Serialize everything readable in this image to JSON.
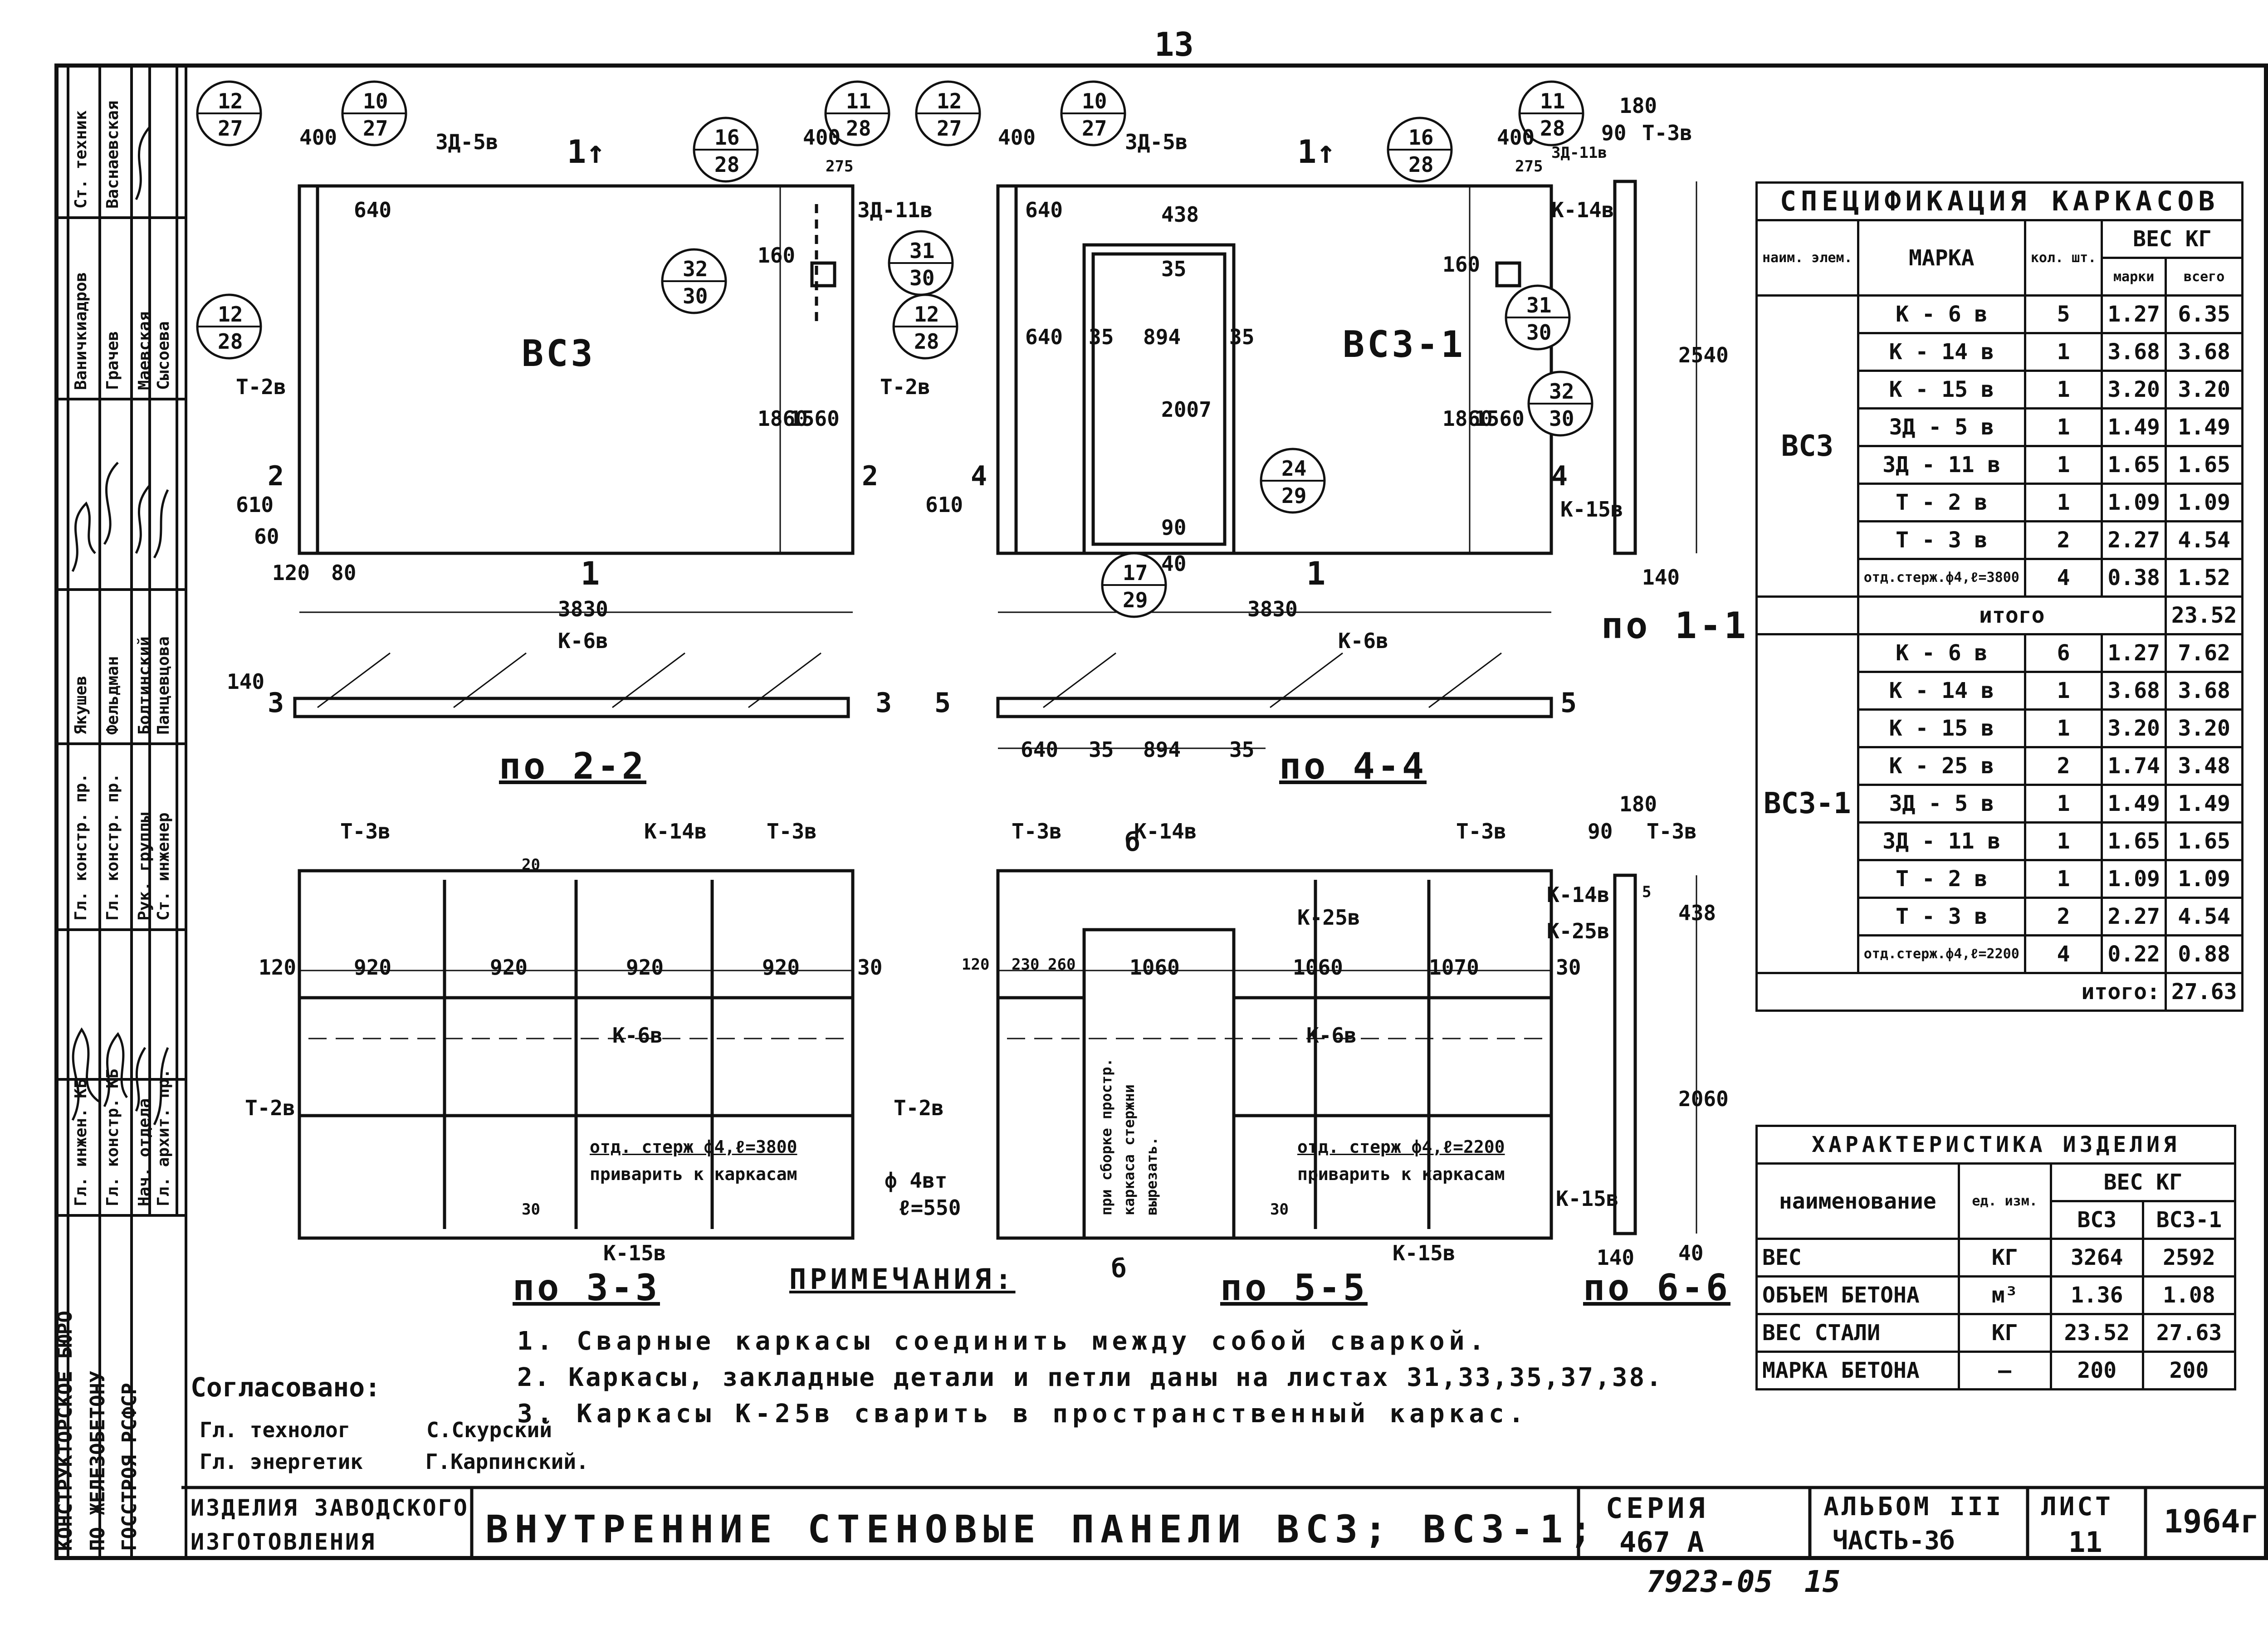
{
  "sheet_number": "13",
  "stamp_code": "7923-05",
  "stamp_suffix": "15",
  "drawing": {
    "panel1_name": "ВС3",
    "panel2_name": "ВС3-1",
    "section_mark": "1↑",
    "section_1": "1",
    "section_2": "2",
    "section_3": "3",
    "section_4": "4",
    "section_5": "5",
    "section_6": "б",
    "view_1_1": "по 1-1",
    "view_2_2": "по 2-2",
    "view_3_3": "по 3-3",
    "view_4_4": "по 4-4",
    "view_5_5": "по 5-5",
    "view_6_6": "по 6-6",
    "dims": {
      "d400": "400",
      "d640": "640",
      "d80": "80",
      "d275": "275",
      "d160": "160",
      "d1860": "1860",
      "d1560": "1560",
      "d610": "610",
      "d60": "60",
      "d180": "180",
      "d120": "120",
      "d3830": "3830",
      "d35": "35",
      "d894": "894",
      "d438": "438",
      "d2007": "2007",
      "d40": "40",
      "d90": "90",
      "d2540": "2540",
      "d140": "140",
      "d920": "920",
      "d30": "30",
      "d20": "20",
      "d230": "230",
      "d260": "260",
      "d1060": "1060",
      "d1070": "1070",
      "d2060": "2060",
      "d5": "5"
    },
    "parts": {
      "k6": "К-6в",
      "k14": "К-14в",
      "k15": "К-15в",
      "k25": "К-25в",
      "zd5": "ЗД-5в",
      "zd11": "ЗД-11в",
      "t2": "Т-2в",
      "t3": "Т-3в",
      "rod4": "ф 4вт",
      "rod_len": "ℓ=550"
    },
    "callouts": [
      {
        "top": "12",
        "bottom": "27"
      },
      {
        "top": "10",
        "bottom": "27"
      },
      {
        "top": "16",
        "bottom": "28"
      },
      {
        "top": "11",
        "bottom": "28"
      },
      {
        "top": "31",
        "bottom": "30"
      },
      {
        "top": "32",
        "bottom": "30"
      },
      {
        "top": "12",
        "bottom": "28"
      },
      {
        "top": "24",
        "bottom": "29"
      },
      {
        "top": "17",
        "bottom": "29"
      }
    ],
    "note_rods_1": "отд. стерж ф4,ℓ=3800",
    "note_weld_1": "приварить к каркасам",
    "note_rods_2": "отд. стерж ф4,ℓ=2200",
    "note_weld_2": "приварить к каркасам",
    "note_vertical_1": "при сборке простр.",
    "note_vertical_2": "каркаса стержни",
    "note_vertical_3": "вырезать."
  },
  "notes": {
    "title": "ПРИМЕЧАНИЯ:",
    "items": [
      "1. Сварные каркасы соединить между собой сваркой.",
      "2. Каркасы, закладные детали и петли даны на листах 31,33,35,37,38.",
      "3. Каркасы К-25в сварить в пространственный каркас."
    ],
    "agreed": "Согласовано:",
    "tech": "Гл. технолог",
    "tech_name": "С.Скурский",
    "energy": "Гл. энергетик",
    "energy_name": "Г.Карпинский."
  },
  "spec_table": {
    "title": "СПЕЦИФИКАЦИЯ КАРКАСОВ",
    "h_element": "наим. элем.",
    "h_mark": "МАРКА",
    "h_qty": "кол. шт.",
    "h_weight": "ВЕС КГ",
    "h_weight_mark": "марки",
    "h_weight_total": "всего",
    "group1": "ВС3",
    "rows1": [
      [
        "К - 6 в",
        "5",
        "1.27",
        "6.35"
      ],
      [
        "К - 14 в",
        "1",
        "3.68",
        "3.68"
      ],
      [
        "К - 15 в",
        "1",
        "3.20",
        "3.20"
      ],
      [
        "ЗД - 5 в",
        "1",
        "1.49",
        "1.49"
      ],
      [
        "ЗД - 11 в",
        "1",
        "1.65",
        "1.65"
      ],
      [
        "Т - 2 в",
        "1",
        "1.09",
        "1.09"
      ],
      [
        "Т - 3 в",
        "2",
        "2.27",
        "4.54"
      ],
      [
        "отд.стерж.ф4,ℓ=3800",
        "4",
        "0.38",
        "1.52"
      ]
    ],
    "total1_label": "итого",
    "total1": "23.52",
    "group2": "ВС3-1",
    "rows2": [
      [
        "К - 6 в",
        "6",
        "1.27",
        "7.62"
      ],
      [
        "К - 14 в",
        "1",
        "3.68",
        "3.68"
      ],
      [
        "К - 15 в",
        "1",
        "3.20",
        "3.20"
      ],
      [
        "К - 25 в",
        "2",
        "1.74",
        "3.48"
      ],
      [
        "ЗД - 5 в",
        "1",
        "1.49",
        "1.49"
      ],
      [
        "ЗД - 11 в",
        "1",
        "1.65",
        "1.65"
      ],
      [
        "Т - 2 в",
        "1",
        "1.09",
        "1.09"
      ],
      [
        "Т - 3 в",
        "2",
        "2.27",
        "4.54"
      ],
      [
        "отд.стерж.ф4,ℓ=2200",
        "4",
        "0.22",
        "0.88"
      ]
    ],
    "total2_label": "итого:",
    "total2": "27.63"
  },
  "char_table": {
    "title": "ХАРАКТЕРИСТИКА ИЗДЕЛИЯ",
    "h_name": "наименование",
    "h_unit": "ед. изм.",
    "h_weight": "ВЕС КГ",
    "h_vs3": "ВС3",
    "h_vs31": "ВС3-1",
    "rows": [
      [
        "ВЕС",
        "КГ",
        "3264",
        "2592"
      ],
      [
        "ОБЪЕМ БЕТОНА",
        "м³",
        "1.36",
        "1.08"
      ],
      [
        "ВЕС СТАЛИ",
        "КГ",
        "23.52",
        "27.63"
      ],
      [
        "МАРКА БЕТОНА",
        "–",
        "200",
        "200"
      ]
    ]
  },
  "title_block": {
    "product_type_1": "ИЗДЕЛИЯ ЗАВОДСКОГО",
    "product_type_2": "ИЗГОТОВЛЕНИЯ",
    "title": "ВНУТРЕННИЕ СТЕНОВЫЕ ПАНЕЛИ ВС3; ВС3-1;",
    "series_label": "СЕРИЯ",
    "series": "467 А",
    "album_label": "АЛЬБОМ III",
    "part": "ЧАСТЬ-3б",
    "sheet_label": "ЛИСТ",
    "sheet": "11",
    "year": "1964г."
  },
  "side_block": {
    "org": [
      "КОНСТРУКТОРСКОЕ БЮРО",
      "ПО ЖЕЛЕЗОБЕТОНУ",
      "ГОССТРОЯ РСФСР"
    ],
    "roles": [
      "Гл. инжен. КБ",
      "Гл. констр. КБ",
      "Нач. отдела",
      "Гл. архит. пр.",
      "Гл. констр. пр.",
      "Гл. констр. пр.",
      "Рук. группы",
      "Ст. инженер",
      "Ст. техник"
    ],
    "names": [
      "Якушев",
      "Фельдман",
      "Болтинский",
      "Панцевцова",
      "Ваничкиадров",
      "Грачев",
      "Маевская",
      "Сысоева",
      "Васнаевская"
    ]
  }
}
